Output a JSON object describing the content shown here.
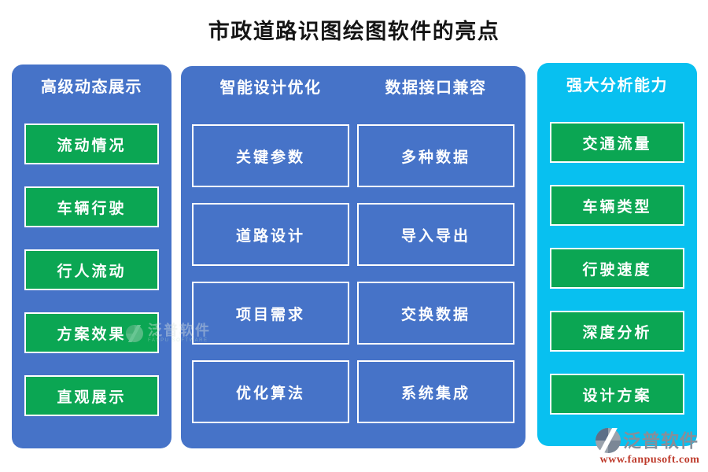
{
  "page": {
    "title": "市政道路识图绘图软件的亮点"
  },
  "panels": {
    "left": {
      "title": "高级动态展示",
      "items": [
        "流动情况",
        "车辆行驶",
        "行人流动",
        "方案效果",
        "直观展示"
      ]
    },
    "middle": {
      "columns": [
        {
          "title": "智能设计优化",
          "items": [
            "关键参数",
            "道路设计",
            "项目需求",
            "优化算法"
          ]
        },
        {
          "title": "数据接口兼容",
          "items": [
            "多种数据",
            "导入导出",
            "交换数据",
            "系统集成"
          ]
        }
      ]
    },
    "right": {
      "title": "强大分析能力",
      "items": [
        "交通流量",
        "车辆类型",
        "行驶速度",
        "深度分析",
        "设计方案"
      ]
    }
  },
  "branding": {
    "watermark_name": "泛普软件",
    "watermark_sub": "FANPU SOFTWARE",
    "logo_name": "泛普软件",
    "logo_url": "www.fanpusoft.com"
  },
  "colors": {
    "panel_blue": "#4673C8",
    "panel_cyan": "#08C0F0",
    "button_green": "#0BA653",
    "title_black": "#141414",
    "url_red": "#BE3A2B",
    "logo_gray": "#878E99"
  }
}
